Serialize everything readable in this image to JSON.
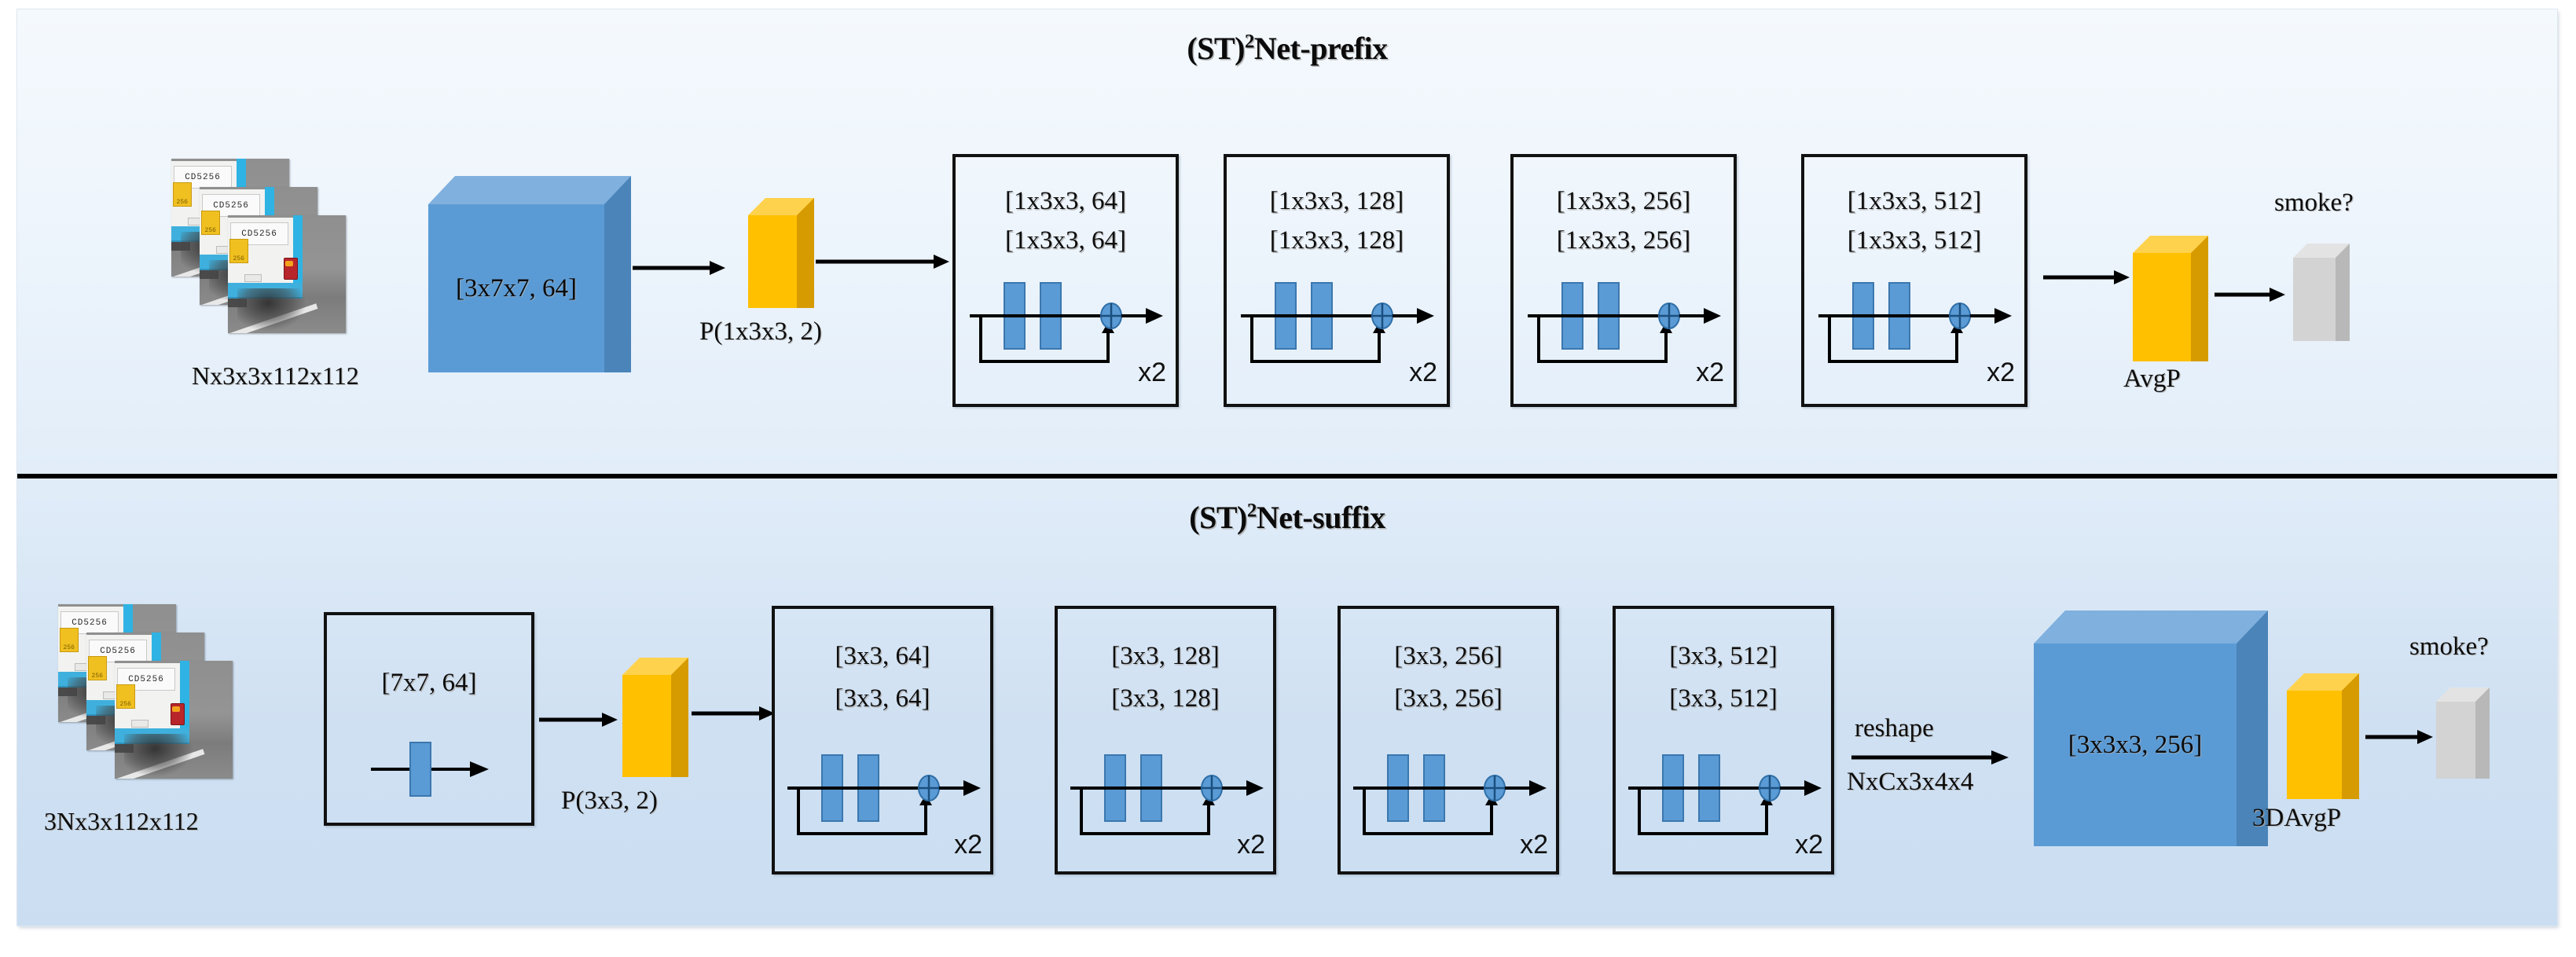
{
  "figure": {
    "background_top": "#f4f9fd",
    "background_bottom": "#cbdef1",
    "accent_blue": "#5B9BD5",
    "accent_blue_top": "#7FB0DE",
    "accent_blue_side": "#4A84B8",
    "accent_yellow": "#FFC000",
    "accent_yellow_top": "#FFD24D",
    "accent_yellow_side": "#D69B00",
    "accent_gray": "#D3D3D3",
    "outline": "#111111"
  },
  "rows": [
    {
      "id": "prefix",
      "title": "(ST)",
      "title_sup": "2",
      "title_tail": "Net-prefix",
      "input": {
        "caption": "Nx3x3x112x112",
        "plate_text": "CD5256",
        "badge_text": "256",
        "frames": 3
      },
      "stem": {
        "label": "[3x7x7, 64]",
        "shape": "cuboid-3d"
      },
      "pool": {
        "label": "P(1x3x3, 2)",
        "shape": "cuboid-slab"
      },
      "stages": [
        {
          "line1": "[1x3x3, 64]",
          "line2": "[1x3x3, 64]",
          "repeat": "x2"
        },
        {
          "line1": "[1x3x3, 128]",
          "line2": "[1x3x3, 128]",
          "repeat": "x2"
        },
        {
          "line1": "[1x3x3, 256]",
          "line2": "[1x3x3, 256]",
          "repeat": "x2"
        },
        {
          "line1": "[1x3x3, 512]",
          "line2": "[1x3x3, 512]",
          "repeat": "x2"
        }
      ],
      "avgpool": {
        "label": "AvgP"
      },
      "output": {
        "label": "smoke?"
      }
    },
    {
      "id": "suffix",
      "title": "(ST)",
      "title_sup": "2",
      "title_tail": "Net-suffix",
      "input": {
        "caption": "3Nx3x112x112",
        "plate_text": "CD5256",
        "badge_text": "256",
        "frames": 3
      },
      "stem": {
        "label": "[7x7, 64]",
        "shape": "boxed-2d"
      },
      "pool": {
        "label": "P(3x3, 2)",
        "shape": "cuboid-slab"
      },
      "stages": [
        {
          "line1": "[3x3, 64]",
          "line2": "[3x3, 64]",
          "repeat": "x2"
        },
        {
          "line1": "[3x3, 128]",
          "line2": "[3x3, 128]",
          "repeat": "x2"
        },
        {
          "line1": "[3x3, 256]",
          "line2": "[3x3, 256]",
          "repeat": "x2"
        },
        {
          "line1": "[3x3, 512]",
          "line2": "[3x3, 512]",
          "repeat": "x2"
        }
      ],
      "reshape": {
        "above": "reshape",
        "below": "NxCx3x4x4"
      },
      "conv3d": {
        "label": "[3x3x3, 256]",
        "shape": "cuboid-3d"
      },
      "avgpool": {
        "label": "3DAvgP"
      },
      "output": {
        "label": "smoke?"
      }
    }
  ]
}
